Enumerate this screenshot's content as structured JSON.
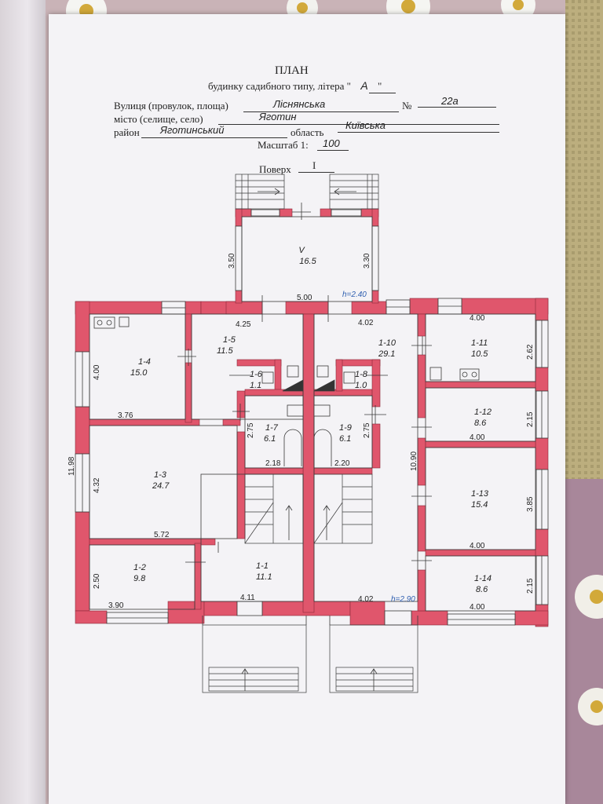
{
  "header": {
    "title": "ПЛАН",
    "subtitle_prefix": "будинку садибного типу, літера \"",
    "litera": "А",
    "subtitle_suffix": "\"",
    "street_label": "Вулиця (провулок, площа)",
    "street_value": "Ліснянська",
    "number_label": "№",
    "number_value": "22а",
    "city_label": "місто (селище, село)",
    "city_value": "Яготин",
    "district_label": "район",
    "district_value": "Яготинський",
    "region_label": "область",
    "region_value": "Київська",
    "scale_label": "Масштаб 1:",
    "scale_value": "100",
    "floor_label": "Поверх",
    "floor_value": "I"
  },
  "rooms": [
    {
      "id": "1-1",
      "area": "11.1"
    },
    {
      "id": "1-2",
      "area": "9.8"
    },
    {
      "id": "1-3",
      "area": "24.7"
    },
    {
      "id": "1-4",
      "area": "15.0"
    },
    {
      "id": "1-5",
      "area": "11.5"
    },
    {
      "id": "1-6",
      "area": "1.1"
    },
    {
      "id": "1-7",
      "area": "6.1"
    },
    {
      "id": "1-8",
      "area": "1.0"
    },
    {
      "id": "1-9",
      "area": "6.1"
    },
    {
      "id": "1-10",
      "area": "29.1"
    },
    {
      "id": "1-11",
      "area": "10.5"
    },
    {
      "id": "1-12",
      "area": "8.6"
    },
    {
      "id": "1-13",
      "area": "15.4"
    },
    {
      "id": "1-14",
      "area": "8.6"
    },
    {
      "id": "V",
      "area": "16.5"
    }
  ],
  "dimensions": {
    "veranda_left": "3.50",
    "veranda_right": "3.30",
    "veranda_width": "5.00",
    "h_top": "h=2.40",
    "h_bottom": "h=2.90",
    "r5_width": "4.25",
    "r10_width": "4.02",
    "r11_width": "4.00",
    "r11_height": "2.62",
    "r4_height": "4.00",
    "r4_width": "3.76",
    "total_height": "11.98",
    "r7_height": "2.75",
    "r7_width": "2.18",
    "r9_height": "2.75",
    "r9_width": "2.20",
    "r10_height": "10.90",
    "r12_height": "2.15",
    "r12_width": "4.00",
    "r3_height": "4.32",
    "r3_width": "5.72",
    "r13_height": "3.85",
    "r13_width": "4.00",
    "r2_height": "2.50",
    "r2_width": "3.90",
    "r1_width": "4.11",
    "bottom_mid": "4.02",
    "r14_height": "2.15",
    "r14_width": "4.00"
  },
  "colors": {
    "wall": "#e0566c",
    "wall_dark": "#c93a52",
    "line": "#3a3a3a",
    "accent_blue": "#2f5fb0"
  }
}
